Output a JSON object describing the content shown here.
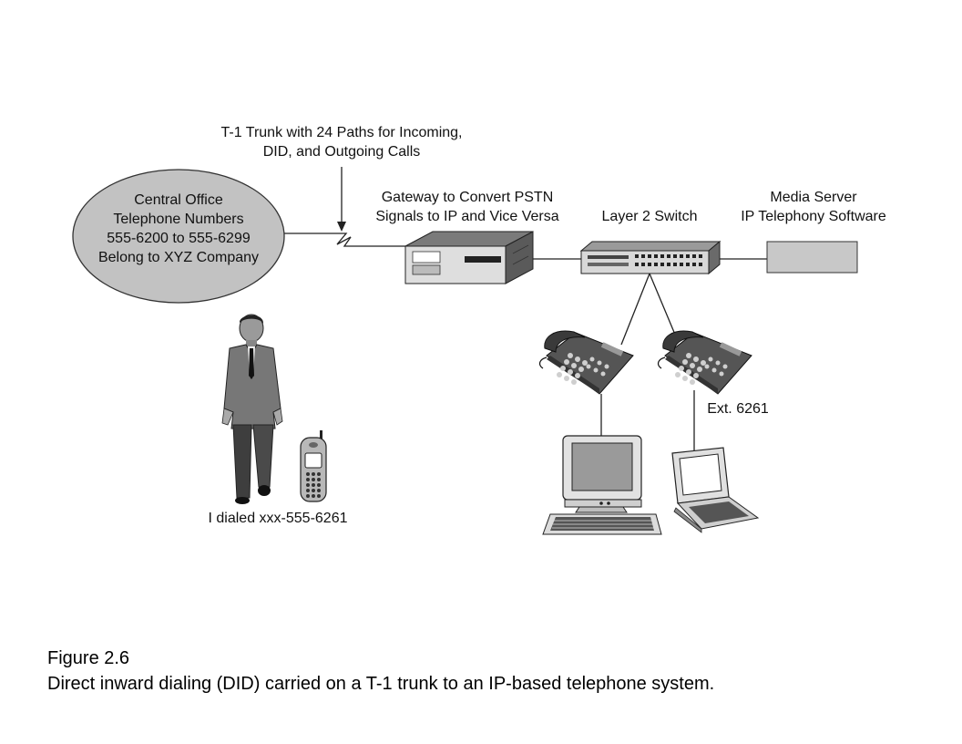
{
  "diagram": {
    "central_office": {
      "lines": [
        "Central Office",
        "Telephone Numbers",
        "555-6200 to 555-6299",
        "Belong to XYZ Company"
      ]
    },
    "trunk": {
      "lines": [
        "T-1 Trunk with 24 Paths for Incoming,",
        "DID, and Outgoing Calls"
      ]
    },
    "gateway": {
      "lines": [
        "Gateway to Convert PSTN",
        "Signals to IP and Vice Versa"
      ]
    },
    "switch": {
      "label": "Layer 2 Switch"
    },
    "media_server": {
      "lines": [
        "Media Server",
        "IP Telephony Software"
      ]
    },
    "extension": {
      "label": "Ext. 6261"
    },
    "caller": {
      "label": "I dialed xxx-555-6261"
    }
  },
  "figure": {
    "number": "Figure 2.6",
    "caption": "Direct inward dialing (DID) carried on a T-1 trunk to an IP-based telephone system."
  }
}
